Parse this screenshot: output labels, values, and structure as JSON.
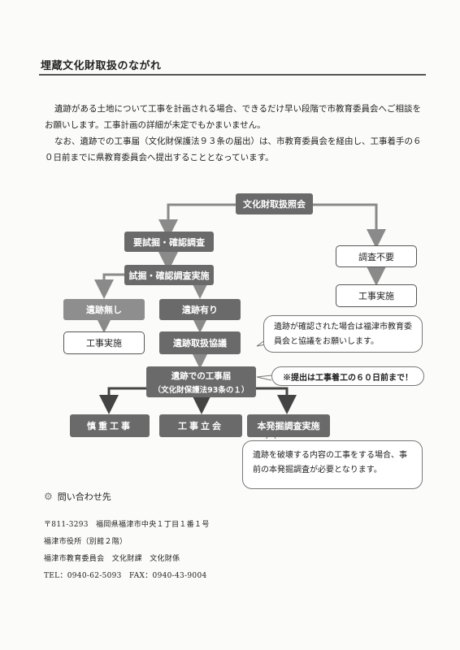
{
  "title": "埋蔵文化財取扱のながれ",
  "paragraph1": "遺跡がある土地について工事を計画される場合、できるだけ早い段階で市教育委員会へご相談をお願いします。工事計画の詳細が未定でもかまいません。",
  "paragraph2": "なお、遺跡での工事届（文化財保護法９３条の届出）は、市教育委員会を経由し、工事着手の６０日前までに県教育委員会へ提出することとなっています。",
  "flow": {
    "inquiry": "文化財取扱照会",
    "trial_required": "要試掘・確認調査",
    "trial_done": "試掘・確認調査実施",
    "no_site": "遺跡無し",
    "site_exists": "遺跡有り",
    "construction_left": "工事実施",
    "consultation": "遺跡取扱協議",
    "notification": "遺跡での工事届",
    "notification_sub": "（文化財保護法93条の１）",
    "careful": "慎重工事",
    "witness": "工事立会",
    "excavation": "本発掘調査実施",
    "no_survey": "調査不要",
    "construction_right": "工事実施"
  },
  "notes": {
    "consult": "遺跡が確認された場合は福津市教育委員会と協議をお願いします。",
    "deadline": "※提出は工事着工の６０日前まで！",
    "excavation": "遺跡を破壊する内容の工事をする場合、事前の本発掘調査が必要となります。"
  },
  "contact": {
    "heading": "問い合わせ先",
    "icon": "gear-icon",
    "address": "〒811-3293　福岡県福津市中央１丁目１番１号",
    "office": "福津市役所（別館２階）",
    "dept": "福津市教育委員会　文化財課　文化財係",
    "tel": "TEL：0940-62-5093　FAX：0940-43-9004"
  },
  "colors": {
    "dark": "#6a6a6a",
    "medium": "#8e8e8e",
    "arrow": "#8a8a8a"
  }
}
